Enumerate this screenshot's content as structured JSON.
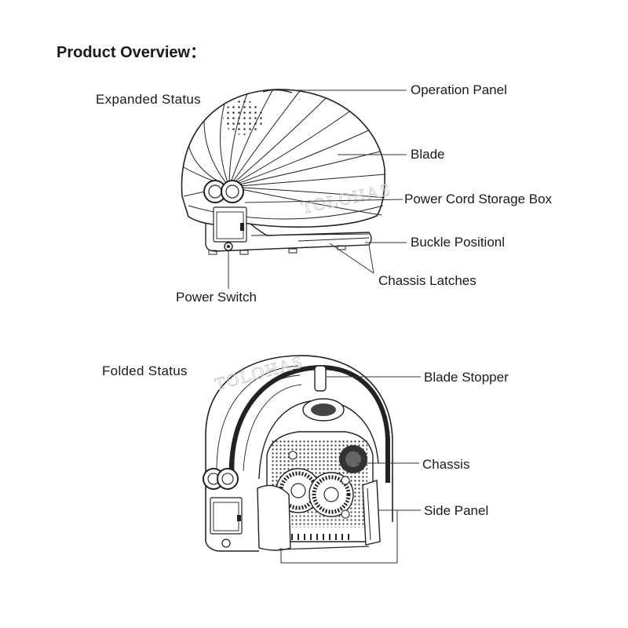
{
  "page": {
    "title": "Product Overview",
    "title_suffix": "："
  },
  "expanded": {
    "status_label": "Expanded Status",
    "labels": {
      "operation_panel": "Operation Panel",
      "blade": "Blade",
      "power_cord_storage_box": "Power Cord Storage Box",
      "buckle_position": "Buckle Positionl",
      "chassis_latches": "Chassis Latches",
      "power_switch": "Power Switch"
    }
  },
  "folded": {
    "status_label": "Folded Status",
    "labels": {
      "blade_stopper": "Blade Stopper",
      "chassis": "Chassis",
      "side_panel": "Side Panel"
    }
  },
  "watermark": "TOLOHAS",
  "colors": {
    "ink": "#1a1a1a",
    "line": "#333333",
    "watermark": "#c9c9c9"
  }
}
